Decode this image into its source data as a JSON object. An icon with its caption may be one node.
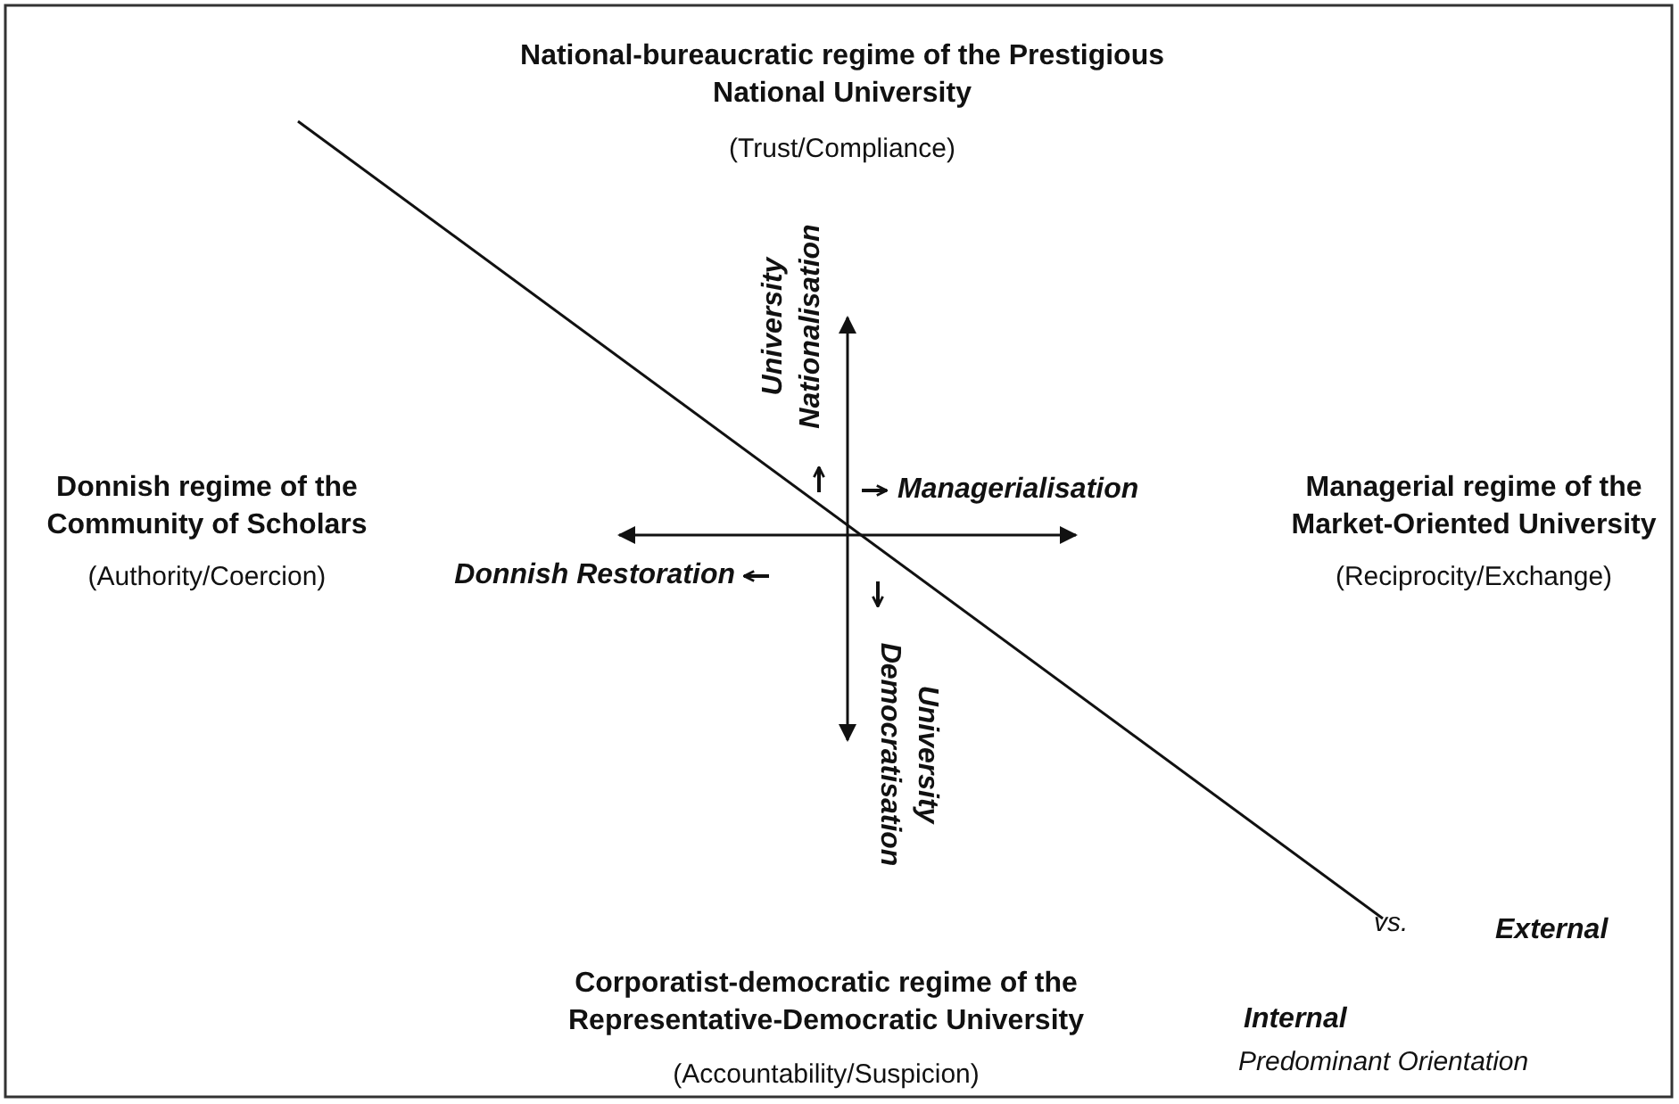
{
  "diagram": {
    "labels": [
      "National-bureaucratic regime of the Prestigious National University",
      "(Trust/Compliance)",
      "Donnish regime of the Community of Scholars",
      "(Authority/Coercion)",
      "University Nationalisation",
      "Managerialisation",
      "Managerial regime of the Market-Oriented University",
      "(Reciprocity/Exchange)",
      "Donnish Restoration",
      "University Democratisation",
      "vs.",
      "External",
      "Corporatist-democratic regime of the Representative-Democratic University",
      "(Accountability/Suspicion)",
      "Internal",
      "Predominant Orientation"
    ]
  }
}
